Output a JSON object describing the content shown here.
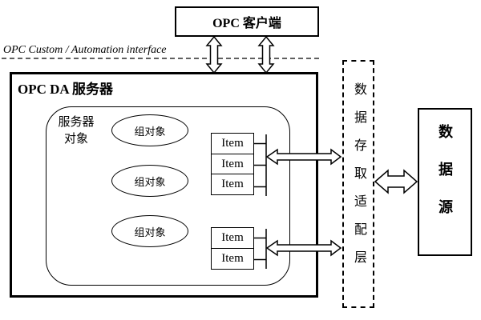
{
  "client": {
    "label": "OPC 客户端"
  },
  "interface": {
    "label": "OPC Custom / Automation interface"
  },
  "server": {
    "label": "OPC DA 服务器",
    "server_object": {
      "line1": "服务器",
      "line2": "对象"
    },
    "groups": [
      {
        "label": "组对象"
      },
      {
        "label": "组对象"
      },
      {
        "label": "组对象"
      }
    ],
    "item_stack_top": [
      "Item",
      "Item",
      "Item"
    ],
    "item_stack_bottom": [
      "Item",
      "Item"
    ]
  },
  "adapter": {
    "label": "数据存取适配层"
  },
  "datasource": {
    "label": "数据源"
  },
  "colors": {
    "line": "#000000",
    "background": "#ffffff"
  }
}
